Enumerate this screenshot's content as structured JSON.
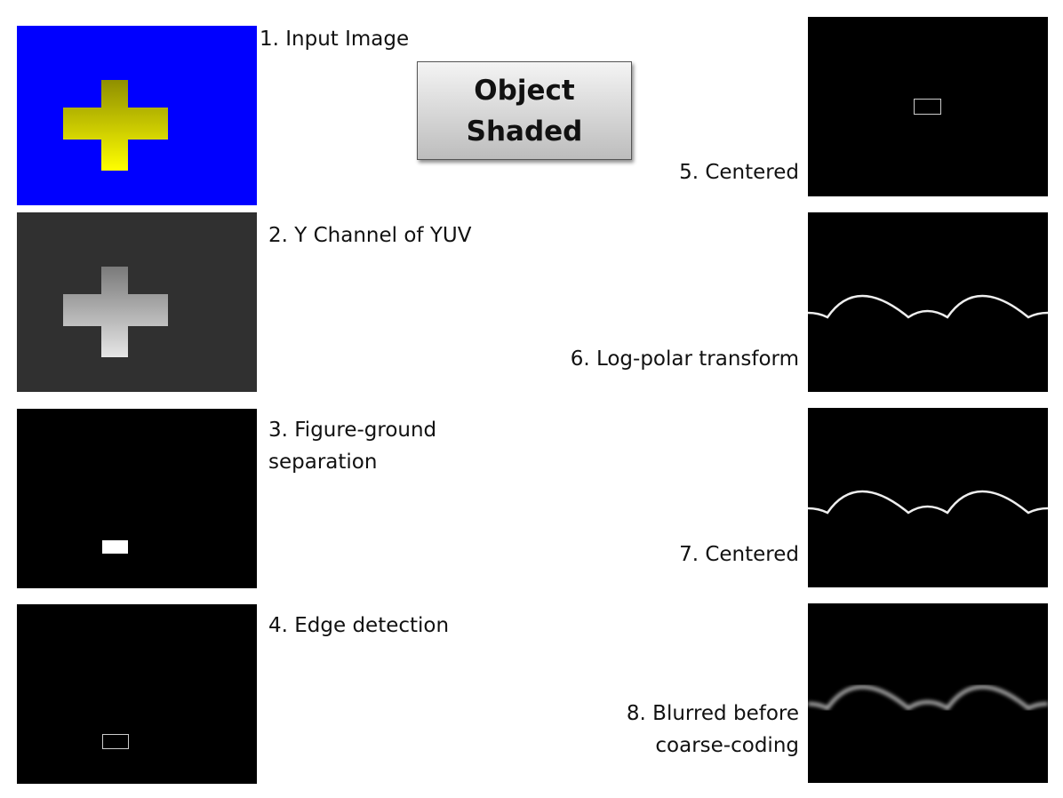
{
  "title_box": {
    "line1": "Object",
    "line2": "Shaded"
  },
  "steps": [
    {
      "label": "1. Input Image"
    },
    {
      "label": "2. Y Channel of YUV"
    },
    {
      "label_line1": "3. Figure-ground",
      "label_line2": "separation"
    },
    {
      "label": "4. Edge detection"
    },
    {
      "label": "5. Centered"
    },
    {
      "label": "6. Log-polar transform"
    },
    {
      "label": "7. Centered"
    },
    {
      "label_line1": "8. Blurred before",
      "label_line2": "coarse-coding"
    }
  ],
  "colors": {
    "input_background": "#0000ff",
    "cross_top": "#8f8f00",
    "cross_bottom": "#ffff00",
    "y_background": "#303030"
  }
}
